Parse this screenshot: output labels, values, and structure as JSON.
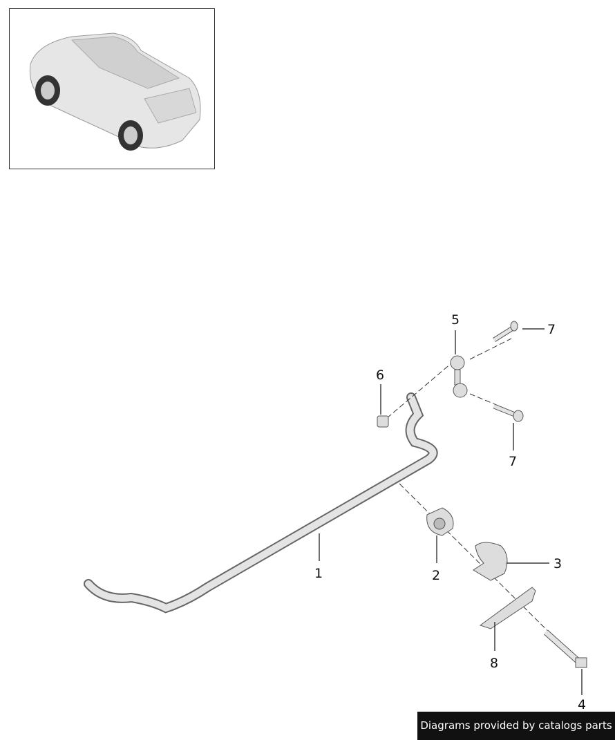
{
  "thumbnail": {
    "subject": "vehicle-overview"
  },
  "callouts": [
    {
      "id": "1",
      "label": "1"
    },
    {
      "id": "2",
      "label": "2"
    },
    {
      "id": "3",
      "label": "3"
    },
    {
      "id": "4",
      "label": "4"
    },
    {
      "id": "5",
      "label": "5"
    },
    {
      "id": "6",
      "label": "6"
    },
    {
      "id": "7a",
      "label": "7"
    },
    {
      "id": "7b",
      "label": "7"
    },
    {
      "id": "8",
      "label": "8"
    }
  ],
  "credit": "Diagrams provided by catalogs parts",
  "colors": {
    "part_fill": "#e2e2e2",
    "part_stroke": "#555555",
    "credit_bg": "#111111"
  }
}
